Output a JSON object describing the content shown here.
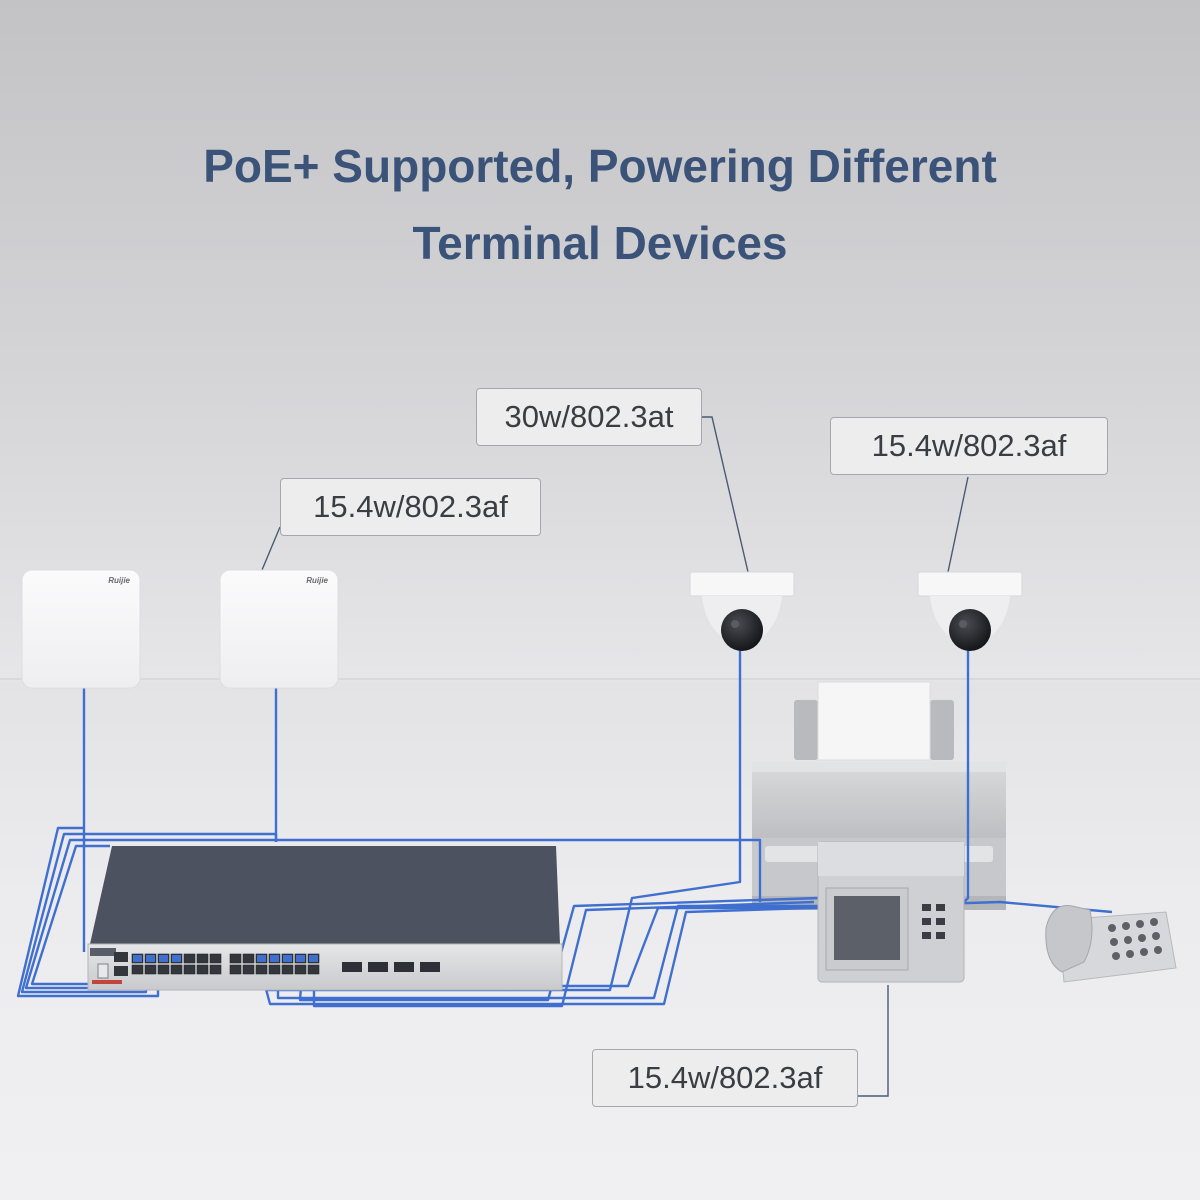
{
  "title": {
    "line1": "PoE+ Supported, Powering Different",
    "line2": "Terminal Devices"
  },
  "callouts": {
    "ap": "15.4w/802.3af",
    "camera_left": "30w/802.3at",
    "camera_right": "15.4w/802.3af",
    "terminal": "15.4w/802.3af"
  },
  "devices": {
    "ap_brand": "Ruijie"
  },
  "colors": {
    "title": "#3b5378",
    "cable": "#3f6fcf",
    "switch_top": "#4c5260",
    "switch_front": "#d7d8db"
  }
}
